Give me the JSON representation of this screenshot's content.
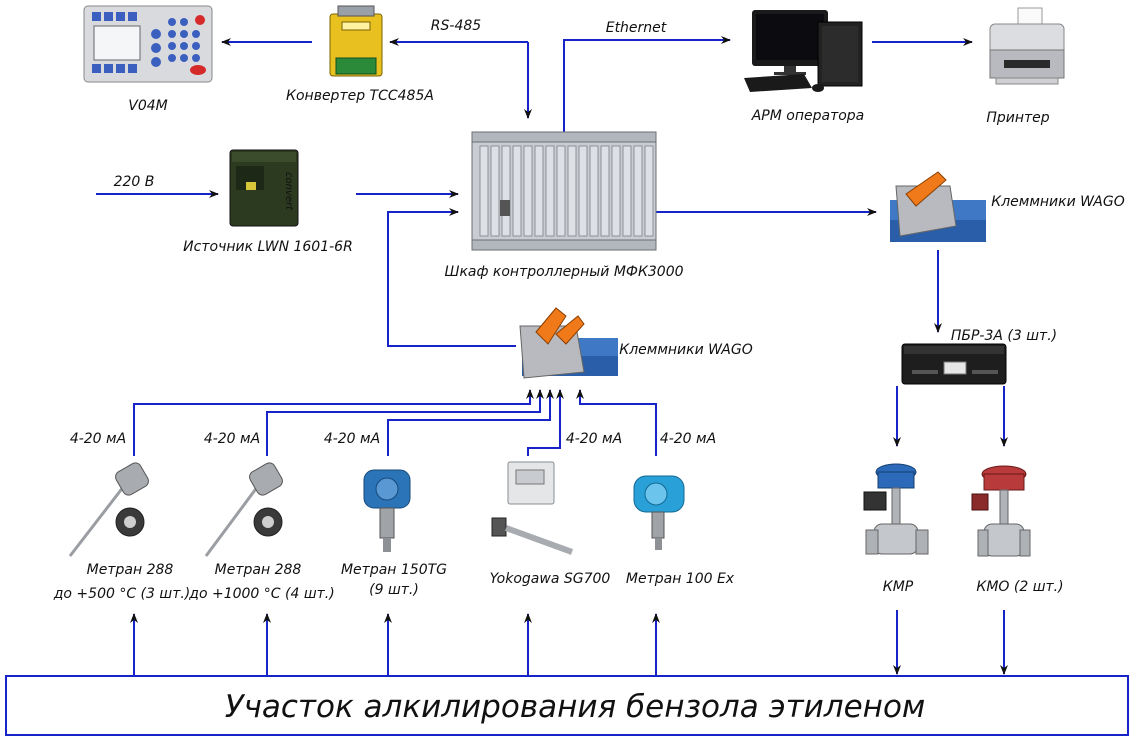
{
  "colors": {
    "line": "#1624c8",
    "text": "#111111",
    "box": "#1624c8"
  },
  "labels": {
    "v04m": "V04M",
    "converter": "Конвертер TCC485A",
    "rs485": "RS-485",
    "ethernet": "Ethernet",
    "arm": "АРМ оператора",
    "printer": "Принтер",
    "v220": "220 В",
    "psu": "Источник LWN 1601-6R",
    "cabinet": "Шкаф контроллерный МФК3000",
    "wago_top": "Клеммники WAGO",
    "wago_mid": "Клеммники WAGO",
    "pbr": "ПБР-3А (3 шт.)",
    "sig1": "4-20 мА",
    "sig2": "4-20 мА",
    "sig3": "4-20 мА",
    "sig4": "4-20 мА",
    "sig5": "4-20 мА",
    "metran288a_1": "Метран 288",
    "metran288a_2": "до +500 °С (3 шт.)",
    "metran288b_1": "Метран 288",
    "metran288b_2": "до +1000 °С (4 шт.)",
    "metran150_1": "Метран 150TG",
    "metran150_2": "(9 шт.)",
    "yokogawa": "Yokogawa SG700",
    "metran100": "Метран 100 Ex",
    "kmr": "КМР",
    "kmo": "КМО (2 шт.)",
    "plant": "Участок алкилирования бензола этиленом"
  },
  "icons": [
    "panel-device-icon",
    "converter-icon",
    "desktop-pc-icon",
    "printer-icon",
    "power-supply-icon",
    "controller-rack-icon",
    "wago-terminal-icon",
    "positioner-box-icon",
    "thermocouple-icon",
    "pressure-transmitter-icon",
    "analyzer-icon",
    "control-valve-icon"
  ]
}
